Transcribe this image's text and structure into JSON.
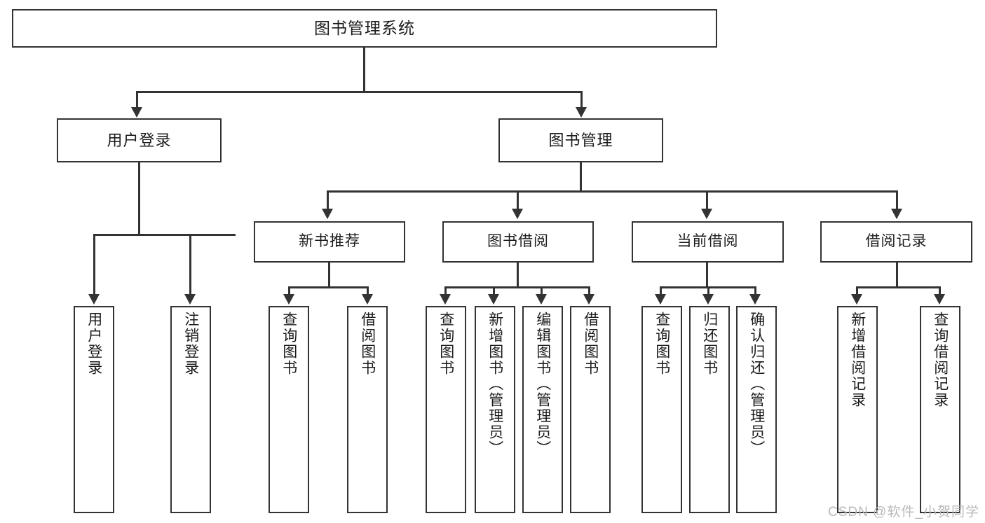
{
  "diagram": {
    "type": "tree-hierarchy",
    "title": "图书管理系统",
    "root": {
      "label": "图书管理系统"
    },
    "level2": [
      {
        "label": "用户登录"
      },
      {
        "label": "图书管理"
      }
    ],
    "level3": [
      {
        "label": "新书推荐"
      },
      {
        "label": "图书借阅"
      },
      {
        "label": "当前借阅"
      },
      {
        "label": "借阅记录"
      }
    ],
    "leaves": {
      "user_login": [
        {
          "label": "用户登录"
        },
        {
          "label": "注销登录"
        }
      ],
      "new_book_recommend": [
        {
          "label": "查询图书"
        },
        {
          "label": "借阅图书"
        }
      ],
      "book_borrow": [
        {
          "label": "查询图书"
        },
        {
          "label": "新增图书（管理员）"
        },
        {
          "label": "编辑图书（管理员）"
        },
        {
          "label": "借阅图书"
        }
      ],
      "current_borrow": [
        {
          "label": "查询图书"
        },
        {
          "label": "归还图书"
        },
        {
          "label": "确认归还（管理员）"
        }
      ],
      "borrow_record": [
        {
          "label": "新增借阅记录"
        },
        {
          "label": "查询借阅记录"
        }
      ]
    }
  },
  "watermark": {
    "text": "CSDN @软件_小贺同学"
  },
  "colors": {
    "stroke": "#333333",
    "text": "#1c1c1c",
    "background": "#ffffff",
    "watermark": "#b9b9b9"
  }
}
